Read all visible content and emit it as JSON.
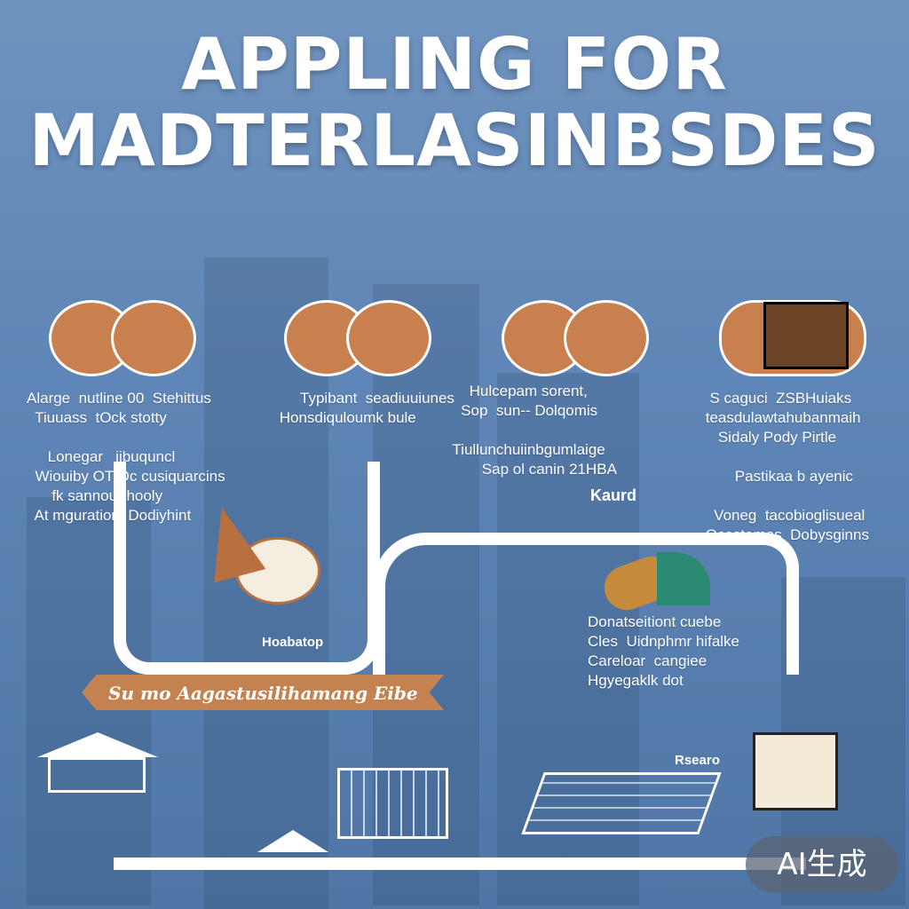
{
  "title": {
    "line1": "APPLING FOR",
    "line2": "MADTERLASINBSDES"
  },
  "captions": [
    {
      "text": "Alarge  nutline 00  Stehittus\n  Tiuuass  tOck stotty\n\n     Lonegar   iibuquncl\n  Wiouiby OT Oc cusiquarcins\n      fk sannour hooly\n  At mguration  Dodiyhint"
    },
    {
      "text": "      Typibant  seadiuuiunes\n Honsdiquloumk bule\n             ⁠"
    },
    {
      "text": "     Hulcepam sorent,\n   Sop  sun-- Dolqomis\n\n Tiullunchuiinbgumlaige\n        Sap ol canin 21HBA"
    },
    {
      "text": "  S caguci  ZSBHuiaks\n teasdulawtahubanmaih\n    Sidaly Pody Pirtle\n\n        Pastikaa b ayenic\n\n   Voneg  tacobioglisueal\n Ocestamos  Dobysginns"
    }
  ],
  "labels": {
    "middle_left": "Hoabatop",
    "banner": "Su  mo  Aagastusilihamang Eibe",
    "kaurd": "Kaurd",
    "right_text": "Donatseitiont cuebe\nCles  Uidnphmr hifalke\nCareloar  cangiee\nHgyegaklk dot",
    "rsearo": "Rsearo"
  },
  "badge": "AI生成",
  "colors": {
    "accent": "#c9804f",
    "sky": "#6f93bf",
    "pipe": "#ffffff"
  }
}
